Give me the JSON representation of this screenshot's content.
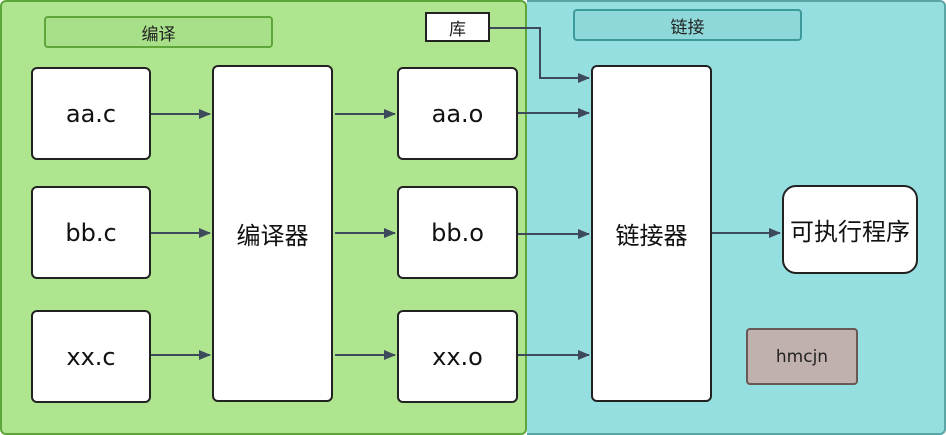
{
  "compile_stage": {
    "label": "编译"
  },
  "link_stage": {
    "label": "链接"
  },
  "library": {
    "label": "库"
  },
  "sources": [
    {
      "label": "aa.c"
    },
    {
      "label": "bb.c"
    },
    {
      "label": "xx.c"
    }
  ],
  "compiler": {
    "label": "编译器"
  },
  "objects": [
    {
      "label": "aa.o"
    },
    {
      "label": "bb.o"
    },
    {
      "label": "xx.o"
    }
  ],
  "linker": {
    "label": "链接器"
  },
  "executable": {
    "label": "可执行程序"
  },
  "watermark": {
    "label": "hmcjn"
  },
  "colors": {
    "compile_region": "#b0e590",
    "link_region": "#96dfe0",
    "arrow": "#3d4a5c",
    "watermark_box": "#c1b1ae"
  }
}
